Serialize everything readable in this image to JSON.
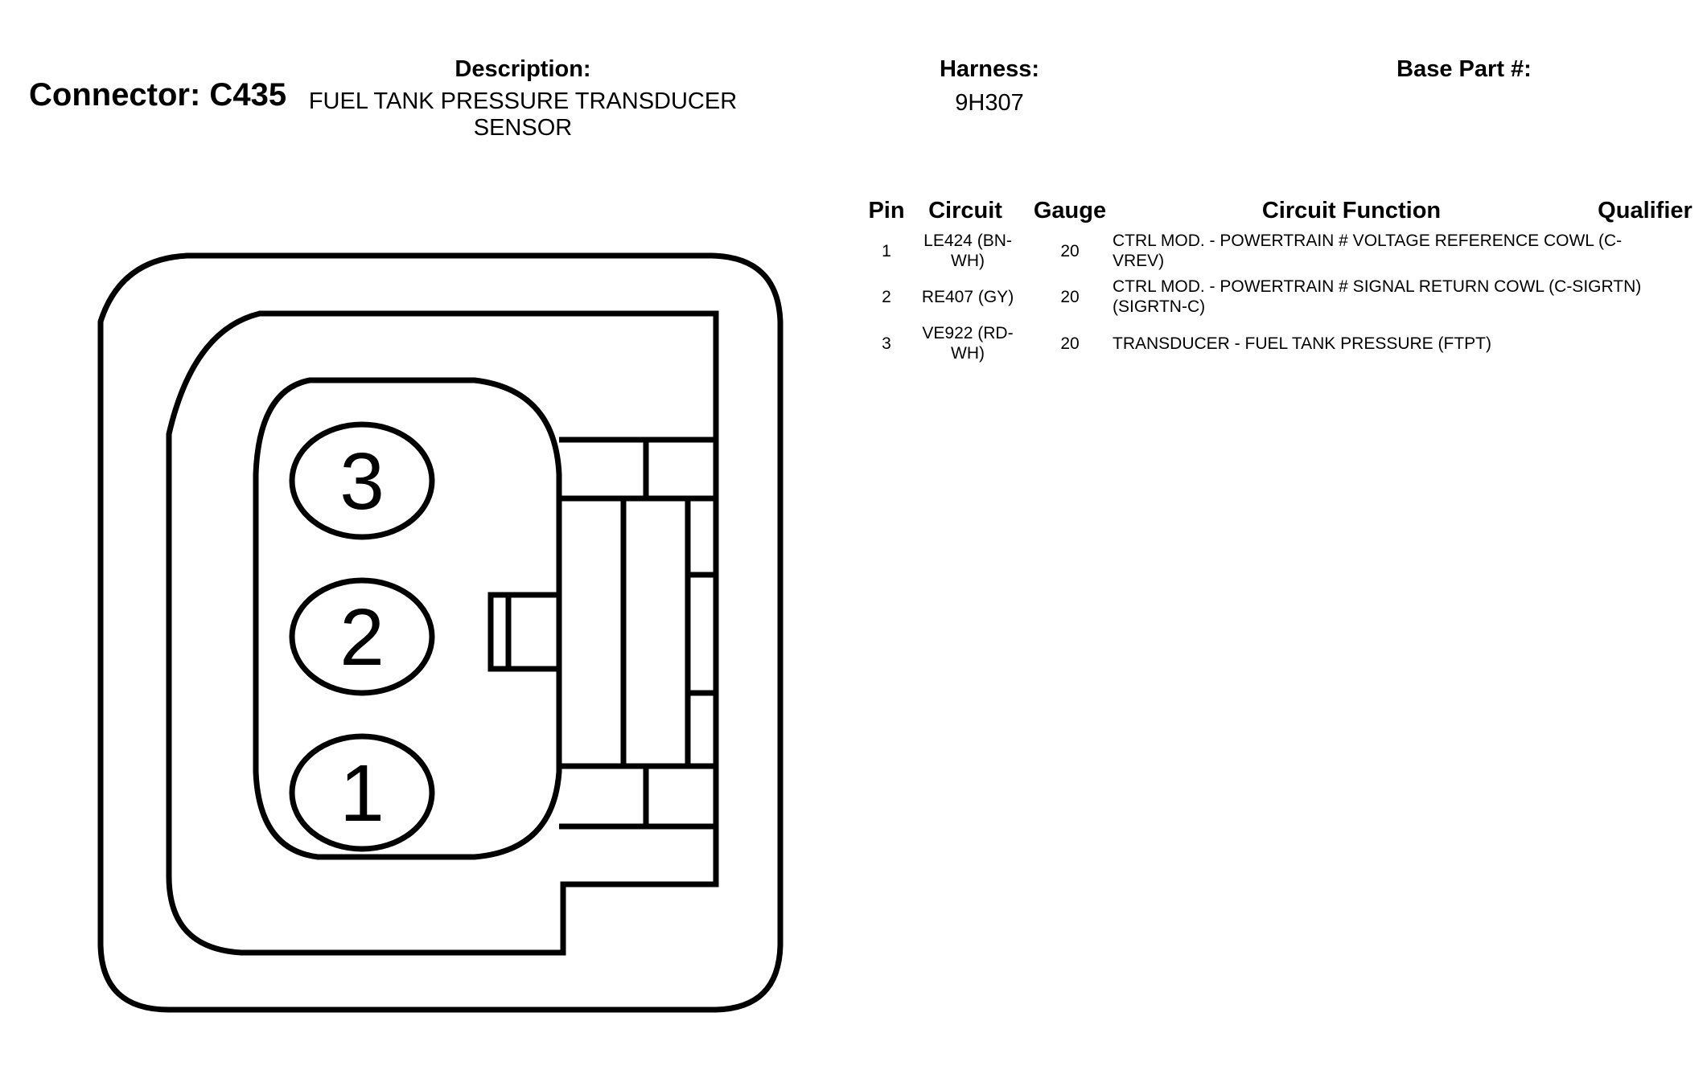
{
  "connector": {
    "label": "Connector: C435"
  },
  "header": {
    "description_label": "Description:",
    "description_value": "FUEL TANK PRESSURE TRANSDUCER SENSOR",
    "harness_label": "Harness:",
    "harness_value": "9H307",
    "base_part_label": "Base Part #:",
    "base_part_value": ""
  },
  "table": {
    "headers": {
      "pin": "Pin",
      "circuit": "Circuit",
      "gauge": "Gauge",
      "function": "Circuit Function",
      "qualifier": "Qualifier"
    },
    "rows": [
      {
        "pin": "1",
        "circuit": "LE424 (BN-WH)",
        "gauge": "20",
        "function": "CTRL MOD. - POWERTRAIN # VOLTAGE REFERENCE COWL (C-VREV)",
        "qualifier": ""
      },
      {
        "pin": "2",
        "circuit": "RE407 (GY)",
        "gauge": "20",
        "function": "CTRL MOD. - POWERTRAIN # SIGNAL RETURN COWL (C-SIGRTN) (SIGRTN-C)",
        "qualifier": ""
      },
      {
        "pin": "3",
        "circuit": "VE922 (RD-WH)",
        "gauge": "20",
        "function": "TRANSDUCER - FUEL TANK PRESSURE (FTPT)",
        "qualifier": ""
      }
    ]
  },
  "diagram": {
    "pins": [
      {
        "number": "3"
      },
      {
        "number": "2"
      },
      {
        "number": "1"
      }
    ]
  }
}
